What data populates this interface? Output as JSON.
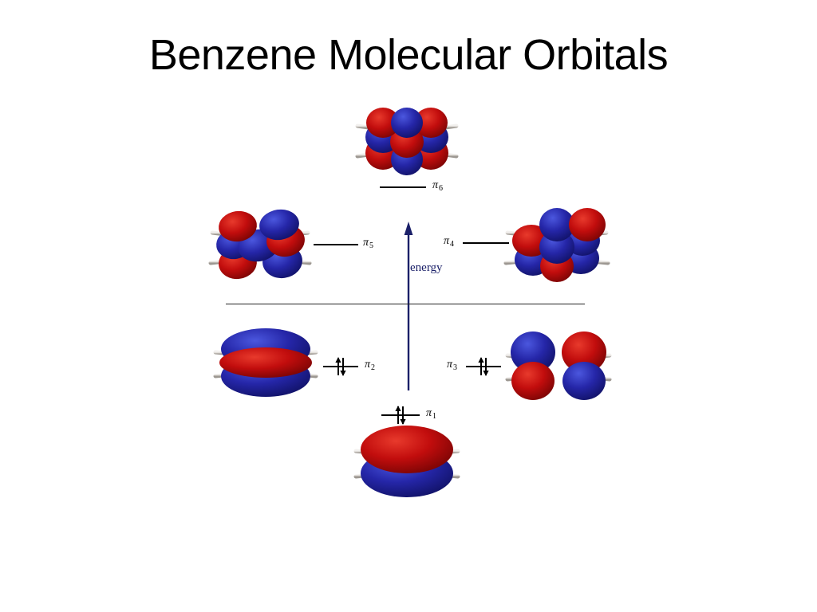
{
  "slide": {
    "title": "Benzene Molecular Orbitals",
    "background_color": "#ffffff"
  },
  "axis": {
    "label": "energy",
    "direction": "up",
    "color": "#1b2069"
  },
  "divider": {
    "name": "nonbonding-reference-line",
    "color": "#232323"
  },
  "colors": {
    "lobe_positive": "#c20d0d",
    "lobe_negative": "#2526a8",
    "line": "#000000",
    "accent": "#1b2069"
  },
  "orbitals": [
    {
      "id": "pi6",
      "label": "π",
      "subscript": "6",
      "electrons": 0,
      "occupancy_symbol": "",
      "position": "top-center",
      "bonding": "antibonding",
      "nodes": 3
    },
    {
      "id": "pi5",
      "label": "π",
      "subscript": "5",
      "electrons": 0,
      "occupancy_symbol": "",
      "position": "upper-left",
      "bonding": "antibonding",
      "nodes": 2
    },
    {
      "id": "pi4",
      "label": "π",
      "subscript": "4",
      "electrons": 0,
      "occupancy_symbol": "",
      "position": "upper-right",
      "bonding": "antibonding",
      "nodes": 2
    },
    {
      "id": "pi2",
      "label": "π",
      "subscript": "2",
      "electrons": 2,
      "occupancy_symbol": "↑↓",
      "position": "lower-left",
      "bonding": "bonding",
      "nodes": 1
    },
    {
      "id": "pi3",
      "label": "π",
      "subscript": "3",
      "electrons": 2,
      "occupancy_symbol": "↑↓",
      "position": "lower-right",
      "bonding": "bonding",
      "nodes": 1
    },
    {
      "id": "pi1",
      "label": "π",
      "subscript": "1",
      "electrons": 2,
      "occupancy_symbol": "↑↓",
      "position": "bottom-center",
      "bonding": "bonding",
      "nodes": 0
    }
  ]
}
